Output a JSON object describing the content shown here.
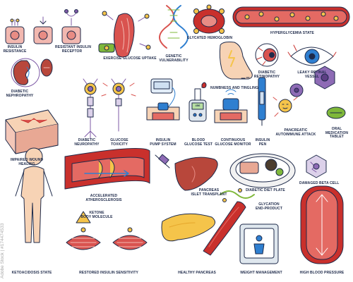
{
  "labels": {
    "insulin_resistance": "INSULIN\nRESISTANCE",
    "resistant_insulin_receptor": "RESISTANT INSULIN\nRECEPTOR",
    "exercise_glucose_uptake": "EXERCISE GLUCOSE UPTAKE",
    "genetic_vulnerability": "GENETIC\nVULNERABILITY",
    "glycated_hemoglobin": "GLYCATED HEMOGLOBIN",
    "hyperglycemia_state": "HYPERGLYCEMIA STATE",
    "numbness_and_tingling": "NUMBNESS AND TINGLING",
    "diabetic_retinopathy": "DIABETIC\nRETINOPATHY",
    "leaky_retinal_vessel": "LEAKY RETINAL\nVESSEL",
    "diabetic_nephropathy": "DIABETIC\nNEPHROPATHY",
    "diabetic_neuropathy": "DIABETIC\nNEUROPATHY",
    "glucose_toxicity": "GLUCOSE\nTOXICITY",
    "insulin_pump_system": "INSULIN\nPUMP SYSTEM",
    "blood_glucose_test": "BLOOD\nGLUCOSE TEST",
    "continuous_glucose_monitor": "CONTINUOUS\nGLUCOSE MONITOR",
    "insulin_pen": "INSULIN\nPEN",
    "pancreatic_autoimmune_attack": "PANCREATIC\nAUTOIMMUNE ATTACK",
    "oral_medication_tablet": "ORAL\nMEDICATION\nTABLET",
    "impaired_wound_healing": "IMPAIRED WOUND\nHEALING",
    "accelerated_atherosclerosis": "ACCELERATED\nATHEROSCLEROSIS",
    "pancreas_islet_transplant": "PANCREAS\nISLET TRANSPLANT",
    "diabetic_diet_plate": "DIABETIC DIET PLATE",
    "damaged_beta_cell": "DAMAGED BETA CELL",
    "ketone_body_molecule": "KETONE\nBODY MOLECULE",
    "glycation_end_product": "GLYCATION\nEND-PRODUCT",
    "ketoacidosis_state": "KETOACIDOSIS STATE",
    "restored_insulin_sensitivity": "RESTORED INSULIN SENSITIVITY",
    "healthy_pancreas": "HEALTHY PANCREAS",
    "weight_management": "WEIGHT MANAGEMENT",
    "high_blood_pressure": "HIGH BLOOD PRESSURE"
  },
  "devices": {
    "glucose_meter_reading": "456"
  },
  "watermark": "Adobe Stock | #174474533",
  "colors": {
    "ink": "#1e2a4a",
    "flesh": "#f4c7b8",
    "muscle_red": "#d9534f",
    "vessel_red": "#c9302c",
    "cell_pink": "#f2b8b0",
    "liver": "#b8473b",
    "pancreas_yellow": "#f5c44a",
    "purple_cell": "#8e6bb5",
    "receptor_purple": "#7e5aa6",
    "device_blue": "#2f7fd0",
    "glucose_green": "#7fb83a",
    "skin": "#f7d3b5"
  }
}
